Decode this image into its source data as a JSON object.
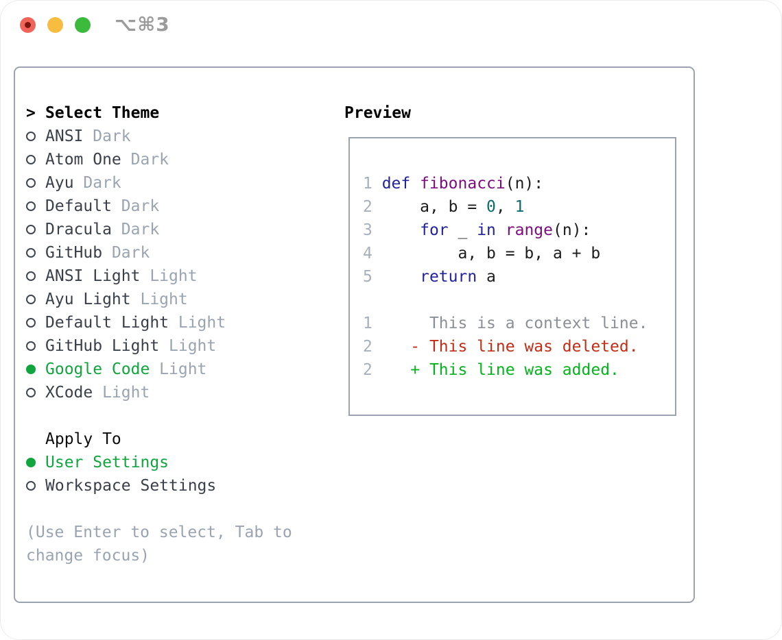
{
  "window": {
    "title": "⌥⌘3",
    "titlebar_buttons": [
      "close-button",
      "minimize-button",
      "zoom-button"
    ]
  },
  "colors": {
    "window-bg": "#ffffff",
    "border-gray": "#9aa3ae",
    "traffic-red": "#f1645a",
    "traffic-red-dot": "#7c170e",
    "traffic-yellow": "#f7bd40",
    "traffic-green": "#3cba3c",
    "title-gray": "#9b9b9b",
    "item-text": "#3a4049",
    "muted-gray": "#9aa4b1",
    "circle-outline": "#40464f",
    "accent-green": "#10a53e",
    "linenum-gray": "#a6b0bc",
    "code-keyword": "#22229c",
    "code-function": "#7c0d7c",
    "code-number": "#0e6b6b",
    "diff-context": "#8a9096",
    "diff-deleted": "#c22d15",
    "diff-added": "#03b41c"
  },
  "sidebar": {
    "prompt": ">",
    "title": "Select Theme",
    "items": [
      {
        "name": "ANSI",
        "variant": "Dark",
        "selected": false
      },
      {
        "name": "Atom One",
        "variant": "Dark",
        "selected": false
      },
      {
        "name": "Ayu",
        "variant": "Dark",
        "selected": false
      },
      {
        "name": "Default",
        "variant": "Dark",
        "selected": false
      },
      {
        "name": "Dracula",
        "variant": "Dark",
        "selected": false
      },
      {
        "name": "GitHub",
        "variant": "Dark",
        "selected": false
      },
      {
        "name": "ANSI Light",
        "variant": "Light",
        "selected": false
      },
      {
        "name": "Ayu Light",
        "variant": "Light",
        "selected": false
      },
      {
        "name": "Default Light",
        "variant": "Light",
        "selected": false
      },
      {
        "name": "GitHub Light",
        "variant": "Light",
        "selected": false
      },
      {
        "name": "Google Code",
        "variant": "Light",
        "selected": true
      },
      {
        "name": "XCode",
        "variant": "Light",
        "selected": false
      }
    ],
    "apply_to": {
      "title": "Apply To",
      "options": [
        {
          "label": "User Settings",
          "selected": true
        },
        {
          "label": "Workspace Settings",
          "selected": false
        }
      ]
    },
    "hint_lines": [
      "(Use Enter to select, Tab to",
      "change focus)"
    ]
  },
  "preview": {
    "label": "Preview",
    "lines": [
      {
        "segs": [
          {
            "t": "1 ",
            "s": "ln"
          },
          {
            "t": "def",
            "s": "kw"
          },
          {
            "t": " ",
            "s": "pl"
          },
          {
            "t": "fibonacci",
            "s": "fn"
          },
          {
            "t": "(n):",
            "s": "pl"
          }
        ]
      },
      {
        "segs": [
          {
            "t": "2 ",
            "s": "ln"
          },
          {
            "t": "    a, b = ",
            "s": "pl"
          },
          {
            "t": "0",
            "s": "num"
          },
          {
            "t": ", ",
            "s": "pl"
          },
          {
            "t": "1",
            "s": "num"
          }
        ]
      },
      {
        "segs": [
          {
            "t": "3 ",
            "s": "ln"
          },
          {
            "t": "    ",
            "s": "pl"
          },
          {
            "t": "for",
            "s": "kw"
          },
          {
            "t": " _ ",
            "s": "pl"
          },
          {
            "t": "in",
            "s": "kw"
          },
          {
            "t": " ",
            "s": "pl"
          },
          {
            "t": "range",
            "s": "fn"
          },
          {
            "t": "(n):",
            "s": "pl"
          }
        ]
      },
      {
        "segs": [
          {
            "t": "4 ",
            "s": "ln"
          },
          {
            "t": "        a, b = b, a + b",
            "s": "pl"
          }
        ]
      },
      {
        "segs": [
          {
            "t": "5 ",
            "s": "ln"
          },
          {
            "t": "    ",
            "s": "pl"
          },
          {
            "t": "return",
            "s": "kw"
          },
          {
            "t": " a",
            "s": "pl"
          }
        ]
      },
      {
        "segs": []
      },
      {
        "segs": [
          {
            "t": "1",
            "s": "ln"
          },
          {
            "t": "      ",
            "s": "pl"
          },
          {
            "t": "This is a context line.",
            "s": "ctx"
          }
        ]
      },
      {
        "segs": [
          {
            "t": "2",
            "s": "ln"
          },
          {
            "t": "    ",
            "s": "pl"
          },
          {
            "t": "- This line was deleted.",
            "s": "del"
          }
        ]
      },
      {
        "segs": [
          {
            "t": "2",
            "s": "ln"
          },
          {
            "t": "    ",
            "s": "pl"
          },
          {
            "t": "+ This line was added.",
            "s": "add"
          }
        ]
      }
    ]
  }
}
